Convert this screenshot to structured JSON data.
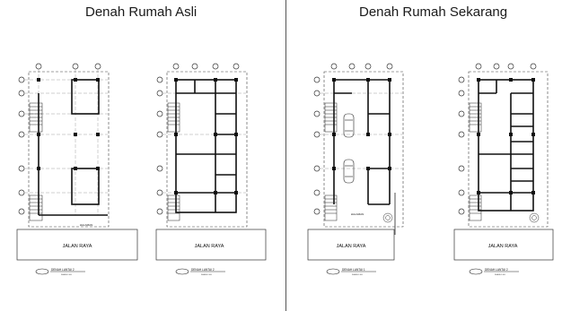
{
  "sections": {
    "left_title": "Denah Rumah Asli",
    "right_title": "Denah Rumah Sekarang"
  },
  "plans": [
    {
      "street_label": "JALAN RAYA",
      "caption": "DENAH LANTAI 2",
      "scale": "SKALA 1:100",
      "yard_label": "HALAMAN"
    },
    {
      "street_label": "JALAN RAYA",
      "caption": "DENAH LANTAI 2",
      "scale": "SKALA 1:100"
    },
    {
      "street_label": "JALAN RAYA",
      "caption": "DENAH LANTAI 1",
      "scale": "SKALA 1:100",
      "yard_label": "HALAMAN"
    },
    {
      "street_label": "JALAN RAYA",
      "caption": "DENAH LANTAI 2",
      "scale": "SKALA 1:100"
    }
  ]
}
